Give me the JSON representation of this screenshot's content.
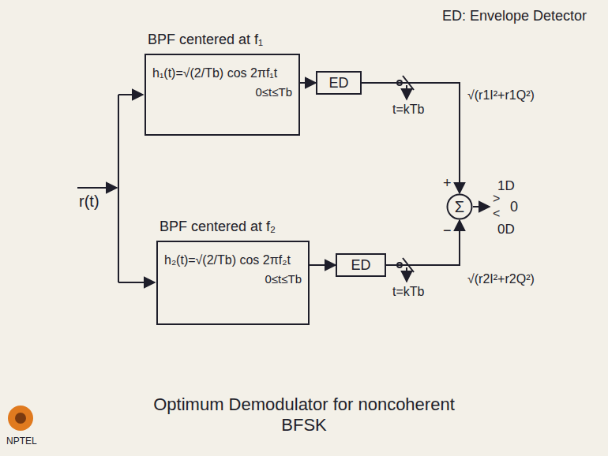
{
  "diagram": {
    "caption": "Optimum Demodulator for noncoherent BFSK",
    "nodes": [
      {
        "text": [
          "BPF centered at f₁",
          "h₁(t)=√(2/Tb) cos 2πf₁t",
          "0≤t≤Tb"
        ]
      },
      {
        "text": [
          "ED"
        ]
      },
      {
        "text": [
          "BPF centered at f₂",
          "h₂(t)=√(2/Tb) cos 2πf₂t",
          "0≤t≤Tb"
        ]
      },
      {
        "text": [
          "ED"
        ]
      },
      {
        "text": [
          "Σ"
        ]
      }
    ],
    "edges": [
      {
        "from": 0,
        "to": 1,
        "arrow": "to"
      },
      {
        "from": 2,
        "to": 3,
        "arrow": "to"
      },
      {
        "from": 1,
        "to": 4,
        "arrow": "to"
      },
      {
        "from": 3,
        "to": 4,
        "arrow": "to"
      }
    ],
    "labels": [
      "ED: Envelope Detector",
      "r(t)",
      "t=kTb",
      "√(r1I²+r1Q²)",
      "+",
      "−",
      "1D",
      ">",
      "0",
      "<",
      "0D",
      "t=kTb",
      "√(r2I²+r2Q²)",
      "NPTEL"
    ]
  }
}
